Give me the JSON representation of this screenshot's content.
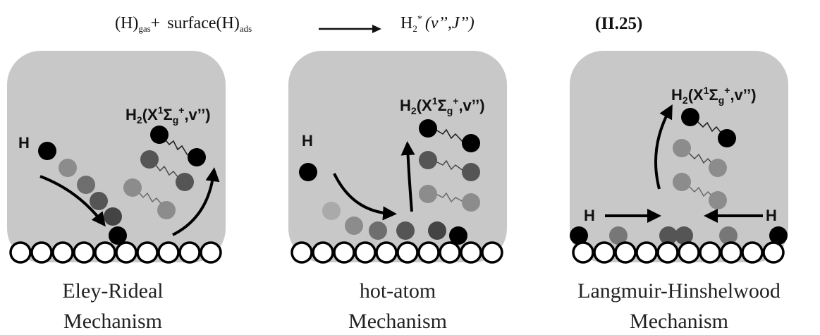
{
  "equation": {
    "lhs_1": "(H)",
    "lhs_1_sub": "gas",
    "plus": "+",
    "lhs_2": "surface(H)",
    "lhs_2_sub": "ads",
    "rhs_main": "H",
    "rhs_sub": "2",
    "rhs_sup": "*",
    "rhs_state": "(v’’,J’’)",
    "number": "(II.25)"
  },
  "panels": [
    {
      "atom_label": "H",
      "product": {
        "main": "H",
        "sub2": "2",
        "paren_open": "(X",
        "sup1": "1",
        "sigma": "Σ",
        "sub_g": "g",
        "sup_plus": "+",
        "tail": ",v’’)"
      },
      "caption_line1": "Eley-Rideal",
      "caption_line2": "Mechanism"
    },
    {
      "atom_label": "H",
      "product": {
        "main": "H",
        "sub2": "2",
        "paren_open": "(X",
        "sup1": "1",
        "sigma": "Σ",
        "sub_g": "g",
        "sup_plus": "+",
        "tail": ",v’’)"
      },
      "caption_line1": "hot-atom",
      "caption_line2": "Mechanism"
    },
    {
      "atom_label_left": "H",
      "atom_label_right": "H",
      "product": {
        "main": "H",
        "sub2": "2",
        "paren_open": "(X",
        "sup1": "1",
        "sigma": "Σ",
        "sub_g": "g",
        "sup_plus": "+",
        "tail": ",v’’)"
      },
      "caption_line1": "Langmuir-Hinshelwood",
      "caption_line2": "Mechanism"
    }
  ],
  "colors": {
    "panel_bg": "#c8c8c8",
    "atom_dark": "#000000",
    "atom_mid": "#555555",
    "atom_light": "#8c8c8c",
    "surface_stroke": "#000000"
  }
}
